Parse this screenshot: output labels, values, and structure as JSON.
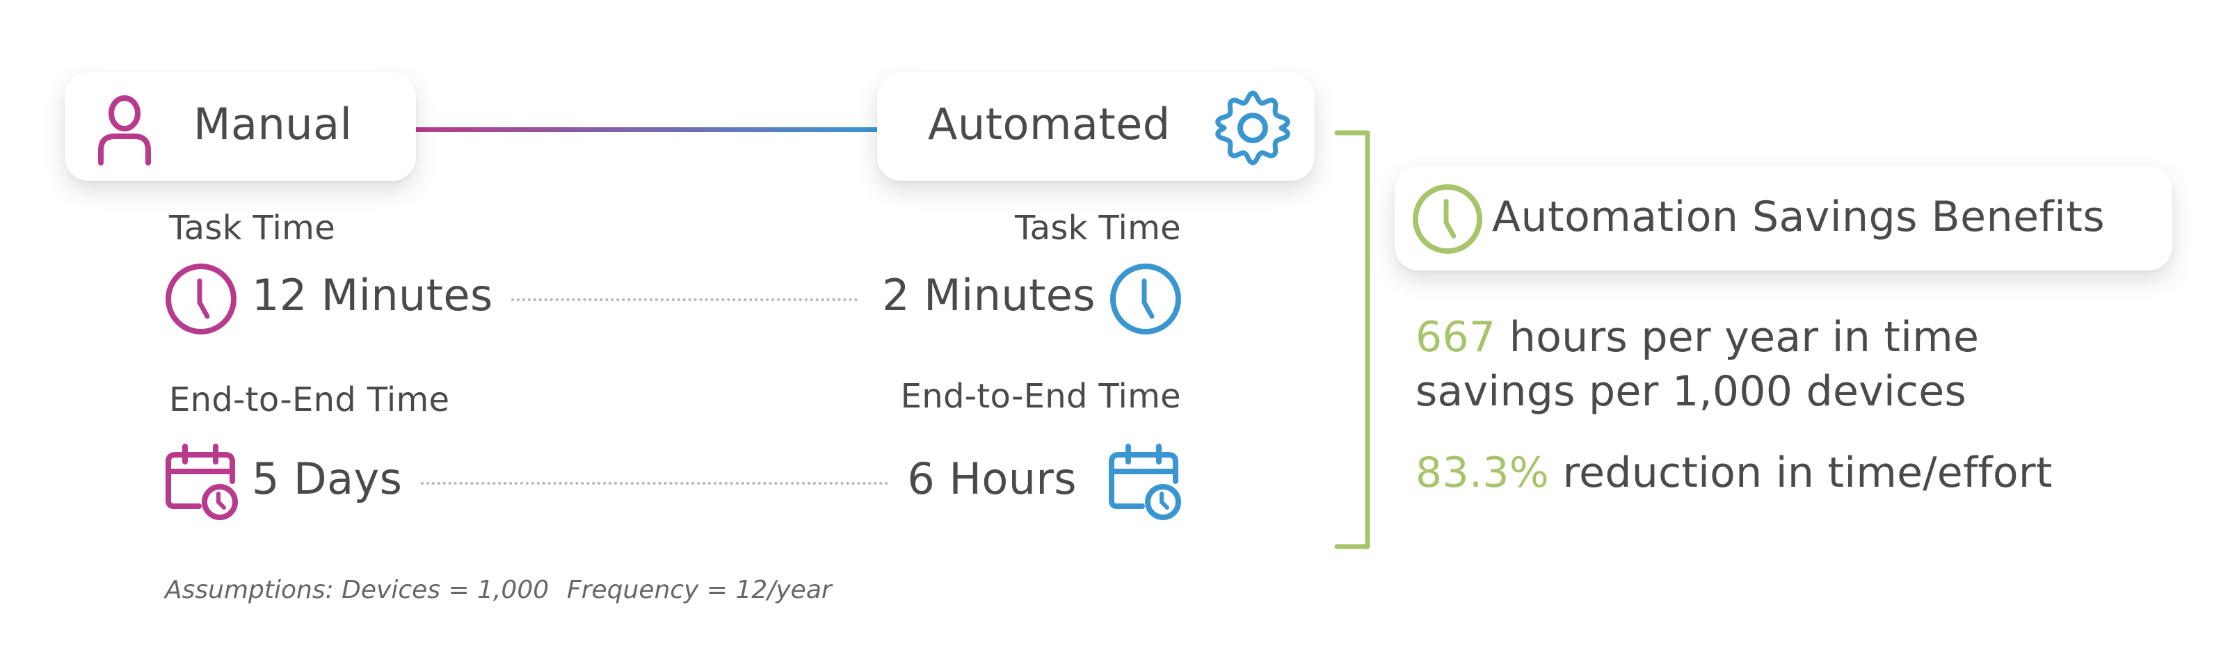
{
  "colors": {
    "manual": "#b83a8d",
    "automated": "#3a96d0",
    "savings": "#a8c46a",
    "text": "#4a4a4a"
  },
  "manual": {
    "title": "Manual",
    "icon": "person-icon",
    "task_time_label": "Task Time",
    "task_time_value": "12 Minutes",
    "task_time_icon": "clock-icon",
    "end_to_end_label": "End-to-End Time",
    "end_to_end_value": "5 Days",
    "end_to_end_icon": "calendar-clock-icon"
  },
  "automated": {
    "title": "Automated",
    "icon": "gear-icon",
    "task_time_label": "Task Time",
    "task_time_value": "2 Minutes",
    "task_time_icon": "clock-icon",
    "end_to_end_label": "End-to-End Time",
    "end_to_end_value": "6 Hours",
    "end_to_end_icon": "calendar-clock-icon"
  },
  "savings": {
    "title": "Automation Savings Benefits",
    "icon": "clock-icon",
    "benefits": [
      {
        "highlight": "667",
        "text_line1": " hours per year in time",
        "text_line2": "savings per 1,000 devices"
      },
      {
        "highlight": "83.3%",
        "text_line1": " reduction in time/effort"
      }
    ]
  },
  "assumptions": {
    "devices": "Assumptions: Devices = 1,000",
    "frequency": "Frequency = 12/year"
  }
}
